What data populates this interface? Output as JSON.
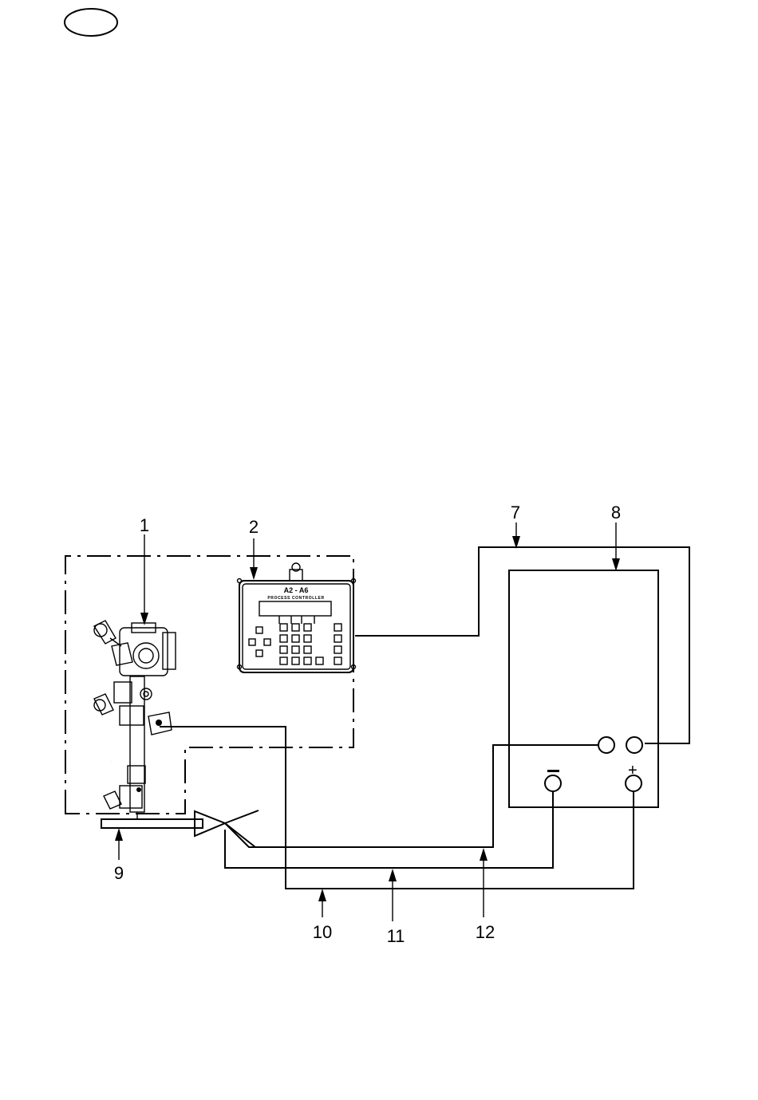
{
  "callouts": {
    "c1": "1",
    "c2": "2",
    "c7": "7",
    "c8": "8",
    "c9": "9",
    "c10": "10",
    "c11": "11",
    "c12": "12"
  },
  "controller": {
    "brand": "A2 - A6",
    "subtitle": "PROCESS CONTROLLER"
  },
  "power_source": {
    "minus_symbol": "−",
    "plus_symbol": "+"
  }
}
